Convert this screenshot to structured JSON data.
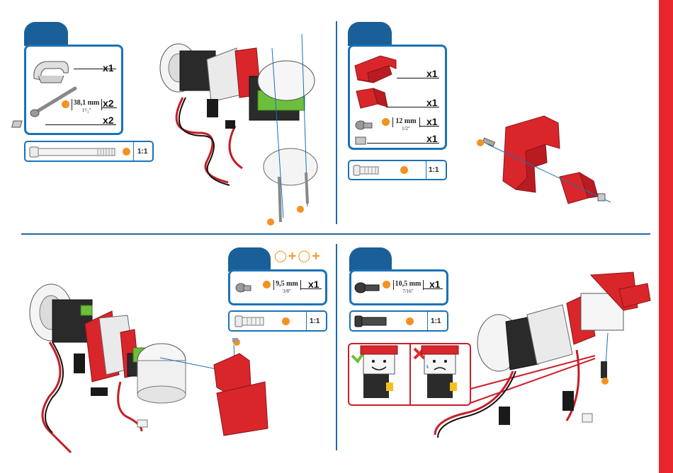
{
  "step1": {
    "qty_clamp": "x1",
    "qty_bolt": "x2",
    "bolt_length": "38,1 mm",
    "bolt_length_in": "1¹/₂\"",
    "qty_nut": "x2",
    "scale": "1:1"
  },
  "step2": {
    "qty_bracket_large": "x1",
    "qty_bracket_small": "x1",
    "qty_screw": "x1",
    "screw_length": "12 mm",
    "screw_length_in": "1/2\"",
    "qty_nut": "x1",
    "scale": "1:1"
  },
  "step3": {
    "plus_signs": "◯+◯+",
    "qty_screw": "x1",
    "screw_length": "9,5 mm",
    "screw_length_in": "3/8\"",
    "scale": "1:1"
  },
  "step4": {
    "qty_screw": "x1",
    "screw_length": "10,5 mm",
    "screw_length_in": "7/16\"",
    "scale": "1:1"
  },
  "colors": {
    "brand_blue": "#1a72b8",
    "tab_blue": "#1a5f98",
    "accent_red": "#e8262c",
    "part_red": "#d9262b",
    "badge_orange": "#f39221",
    "servo_green": "#6cbf3a"
  }
}
